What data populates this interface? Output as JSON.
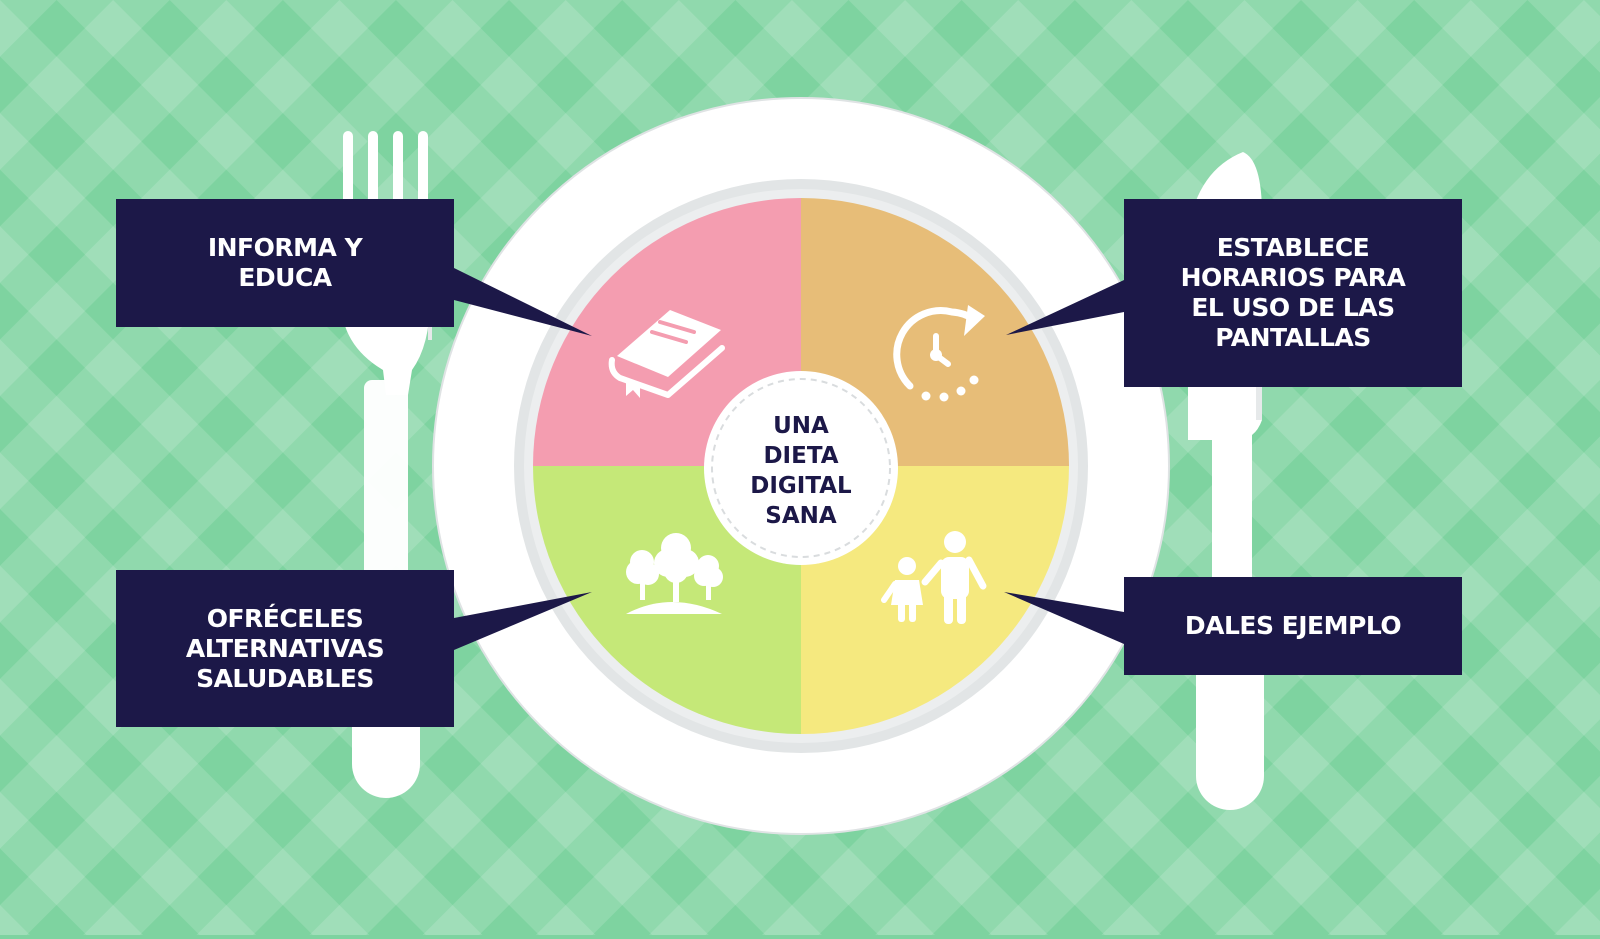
{
  "center": {
    "title": "UNA\nDIETA\nDIGITAL\nSANA"
  },
  "sections": [
    {
      "label": "INFORMA Y\nEDUCA",
      "icon": "book-icon",
      "color": "#f49db0"
    },
    {
      "label": "ESTABLECE\nHORARIOS PARA\nEL USO DE LAS\nPANTALLAS",
      "icon": "clock-icon",
      "color": "#e7bd78"
    },
    {
      "label": "OFRÉCELES\nALTERNATIVAS\nSALUDABLES",
      "icon": "trees-icon",
      "color": "#c5e878"
    },
    {
      "label": "DALES EJEMPLO",
      "icon": "family-icon",
      "color": "#f5e97f"
    }
  ],
  "colors": {
    "background_light": "#93e0b1",
    "background_dark": "#6fcf94",
    "label_box": "#1c1848",
    "plate": "#ffffff",
    "plate_rim": "#e2e5e6"
  }
}
